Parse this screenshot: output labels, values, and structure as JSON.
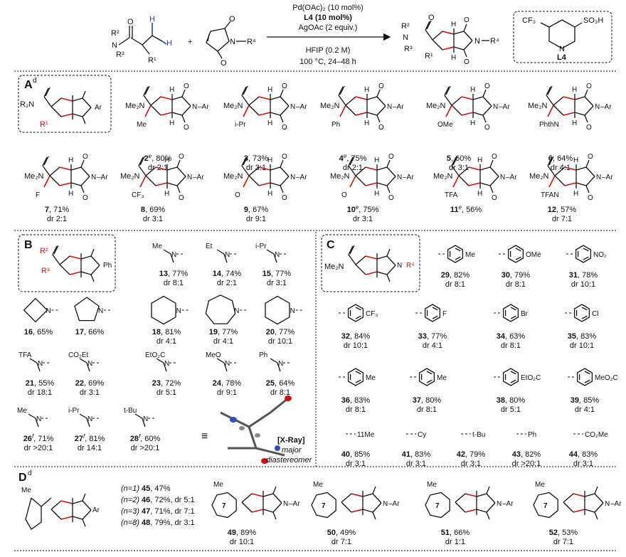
{
  "scheme": {
    "reagents": [
      "Pd(OAc)₂ (10 mol%)",
      "L4 (10 mol%)",
      "AgOAc (2 equiv.)"
    ],
    "conditions": [
      "HFIP (0.2 M)",
      "100 °C, 24–48 h"
    ],
    "plus": "+",
    "ligand_label": "L4",
    "ligand_groups": [
      "CF₃",
      "SO₃H"
    ],
    "atoms": {
      "r2": "R²",
      "r3": "R³",
      "r1": "R¹",
      "r4": "R⁴",
      "n": "N",
      "h": "H",
      "o": "O"
    }
  },
  "panels": {
    "a": {
      "label": "A",
      "sup": "d",
      "group_label": "R₂N",
      "r_label": "R¹"
    },
    "b": {
      "label": "B",
      "group_r2": "R²",
      "group_r3": "R³",
      "ph": "Ph"
    },
    "c": {
      "label": "C",
      "group_label": "Me₂N",
      "r_label": "R⁴"
    },
    "d": {
      "label": "D",
      "sup": "d"
    }
  },
  "compounds_a": [
    {
      "id": "2",
      "sup": "e",
      "yield": ", 80%",
      "dr": "dr 2:1",
      "sub": "Me"
    },
    {
      "id": "3",
      "yield": ", 73%",
      "dr": "dr 3:1",
      "sub": "i-Pr"
    },
    {
      "id": "4",
      "sup": "e",
      "yield": ", 75%",
      "dr": "dr 2:1",
      "sub": "Ph"
    },
    {
      "id": "5",
      "yield": ", 60%",
      "dr": "dr 3:1",
      "sub": "OMe"
    },
    {
      "id": "6",
      "yield": ", 64%",
      "dr": "dr 4:1",
      "sub": "PhthN"
    },
    {
      "id": "7",
      "yield": ", 71%",
      "dr": "dr 2:1",
      "sub": "F"
    },
    {
      "id": "8",
      "yield": ", 69%",
      "dr": "dr 3:1",
      "sub": "CF₃"
    },
    {
      "id": "9",
      "yield": ", 67%",
      "dr": "dr 9:1",
      "sub": "O"
    },
    {
      "id": "10",
      "sup": "e",
      "yield": ", 75%",
      "dr": "dr 3:1",
      "sub": "O"
    },
    {
      "id": "11",
      "sup": "e",
      "yield": ", 56%",
      "dr": "",
      "sub": "TFA"
    },
    {
      "id": "12",
      "yield": ", 57%",
      "dr": "dr 7:1",
      "sub": "TFAN"
    }
  ],
  "compounds_b": [
    {
      "id": "13",
      "yield": ", 77%",
      "dr": "dr 8:1",
      "amine": "Me"
    },
    {
      "id": "14",
      "yield": ", 74%",
      "dr": "dr 2:1",
      "amine": "Et"
    },
    {
      "id": "15",
      "yield": ", 77%",
      "dr": "dr 3:1",
      "amine": "i-Pr"
    },
    {
      "id": "16",
      "yield": ", 65%",
      "dr": ""
    },
    {
      "id": "17",
      "yield": ", 66%",
      "dr": ""
    },
    {
      "id": "18",
      "yield": ", 81%",
      "dr": "dr 4:1"
    },
    {
      "id": "19",
      "yield": ", 77%",
      "dr": "dr 4:1"
    },
    {
      "id": "20",
      "yield": ", 77%",
      "dr": "dr 10:1"
    },
    {
      "id": "21",
      "yield": ", 55%",
      "dr": "dr 18:1",
      "amine": "TFA"
    },
    {
      "id": "22",
      "yield": ", 69%",
      "dr": "dr 3:1",
      "amine": "CO₂Et"
    },
    {
      "id": "23",
      "yield": ", 72%",
      "dr": "dr 5:1",
      "amine": "EtO₂C"
    },
    {
      "id": "24",
      "yield": ", 78%",
      "dr": "dr 9:1",
      "amine": "MeO"
    },
    {
      "id": "25",
      "yield": ", 64%",
      "dr": "dr 8:1",
      "amine": "Ph"
    },
    {
      "id": "26",
      "sup": "f",
      "yield": ", 71%",
      "dr": "dr >20:1",
      "amine": "Me"
    },
    {
      "id": "27",
      "sup": "f",
      "yield": ", 81%",
      "dr": "dr 14:1",
      "amine": "i-Pr"
    },
    {
      "id": "28",
      "sup": "f",
      "yield": ", 60%",
      "dr": "dr >20:1",
      "amine": "t-Bu"
    }
  ],
  "xray": {
    "equiv": "≡",
    "label": "[X-Ray]",
    "line2": "major",
    "line3": "diastereomer"
  },
  "compounds_c": [
    {
      "id": "29",
      "yield": ", 82%",
      "dr": "dr 8:1",
      "sub": "Me"
    },
    {
      "id": "30",
      "yield": ", 79%",
      "dr": "dr 8:1",
      "sub": "OMe"
    },
    {
      "id": "31",
      "yield": ", 78%",
      "dr": "dr 10:1",
      "sub": "NO₂"
    },
    {
      "id": "32",
      "yield": ", 84%",
      "dr": "dr 10:1",
      "sub": "CF₃"
    },
    {
      "id": "33",
      "yield": ", 77%",
      "dr": "dr 4:1",
      "sub": "F"
    },
    {
      "id": "34",
      "yield": ", 63%",
      "dr": "dr 8:1",
      "sub": "Br"
    },
    {
      "id": "35",
      "yield": ", 83%",
      "dr": "dr 10:1",
      "sub": "Cl"
    },
    {
      "id": "36",
      "yield": ", 83%",
      "dr": "dr 8:1",
      "sub": "Me"
    },
    {
      "id": "37",
      "yield": ", 80%",
      "dr": "dr 8:1",
      "sub": "Me"
    },
    {
      "id": "38",
      "yield": ", 80%",
      "dr": "dr 5:1",
      "sub": "EtO₂C"
    },
    {
      "id": "39",
      "yield": ", 85%",
      "dr": "dr 4:1",
      "sub": "MeO₂C"
    },
    {
      "id": "40",
      "yield": ", 85%",
      "dr": "dr 3:1",
      "sub": "11Me"
    },
    {
      "id": "41",
      "yield": ", 83%",
      "dr": "dr 3:1",
      "sub": "Cy"
    },
    {
      "id": "42",
      "yield": ", 79%",
      "dr": "dr 3:1",
      "sub": "t-Bu"
    },
    {
      "id": "43",
      "yield": ", 82%",
      "dr": "dr >20:1",
      "sub": "Ph"
    },
    {
      "id": "44",
      "yield": ", 83%",
      "dr": "dr 3:1",
      "sub": "CO₂Me"
    }
  ],
  "compounds_d": [
    {
      "n": "(n=1)",
      "id": "45",
      "yield": ", 47%",
      "dr": ""
    },
    {
      "n": "(n=2)",
      "id": "46",
      "yield": ", 72%",
      "dr": ", dr 5:1"
    },
    {
      "n": "(n=3)",
      "id": "47",
      "yield": ", 71%",
      "dr": ", dr 7:1"
    },
    {
      "n": "(n=8)",
      "id": "48",
      "yield": ", 79%",
      "dr": ", dr 3:1"
    },
    {
      "id": "49",
      "yield": ", 89%",
      "dr": "dr 10:1",
      "ring": "7"
    },
    {
      "id": "50",
      "yield": ", 49%",
      "dr": "dr 7:1",
      "ring": "7"
    },
    {
      "id": "51",
      "yield": ", 66%",
      "dr": "dr 1:1",
      "ring": "7"
    },
    {
      "id": "52",
      "yield": ", 53%",
      "dr": "dr 7:1",
      "ring": "7"
    }
  ],
  "labels": {
    "me2n": "Me₂N",
    "ar": "Ar",
    "me": "Me",
    "h": "H",
    "o": "O",
    "n": "N",
    "tfa": "TFA",
    "seven": "7"
  }
}
